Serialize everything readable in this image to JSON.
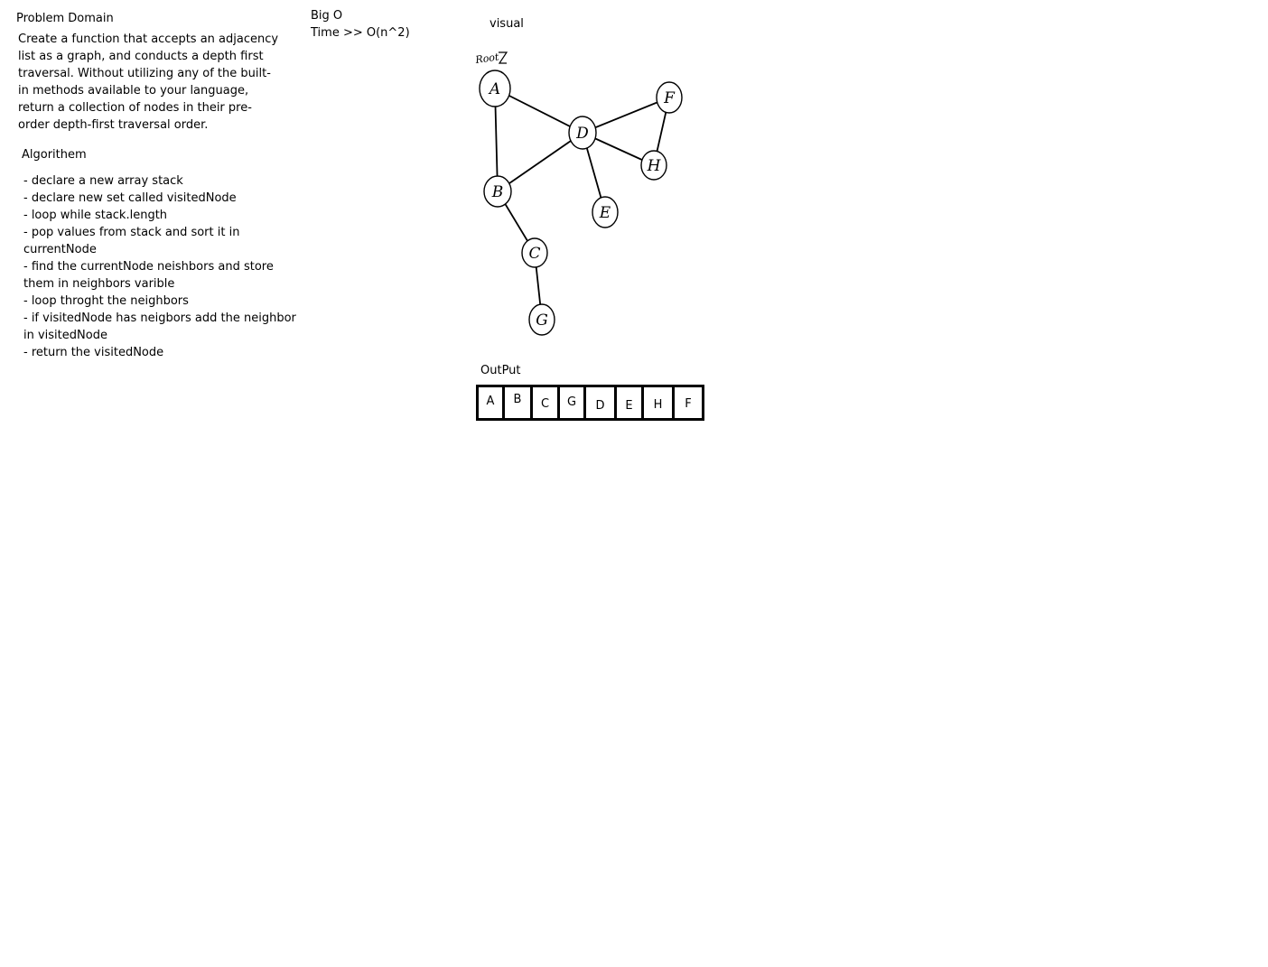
{
  "problem_domain": {
    "heading": "Problem Domain",
    "lines": [
      "Create a function that accepts an adjacency",
      "list as a graph, and conducts a depth first",
      "traversal. Without utilizing any of the built-",
      "in methods available to your language,",
      "return a collection of nodes in their pre-",
      "order depth-first traversal order."
    ]
  },
  "big_o": {
    "heading": "Big O",
    "time": "Time >> O(n^2)"
  },
  "algorithm": {
    "heading": "Algorithem",
    "lines": [
      "- declare a new array stack",
      "- declare new set called visitedNode",
      "- loop while stack.length",
      "- pop values from stack and sort it in",
      "currentNode",
      "- find the currentNode neishbors and store",
      "them in neighbors varible",
      "- loop throght the neighbors",
      "- if visitedNode has neigbors add the neighbor",
      "in visitedNode",
      "- return the visitedNode"
    ]
  },
  "visual": {
    "heading": "visual",
    "root_note": "Root",
    "nodes": [
      "A",
      "B",
      "C",
      "D",
      "E",
      "F",
      "G",
      "H"
    ],
    "edges": [
      [
        "A",
        "B"
      ],
      [
        "A",
        "D"
      ],
      [
        "B",
        "D"
      ],
      [
        "B",
        "C"
      ],
      [
        "C",
        "G"
      ],
      [
        "D",
        "F"
      ],
      [
        "D",
        "H"
      ],
      [
        "D",
        "E"
      ],
      [
        "F",
        "H"
      ]
    ]
  },
  "output": {
    "heading": "OutPut",
    "cells": [
      "A",
      "B",
      "C",
      "G",
      "D",
      "E",
      "H",
      "F"
    ]
  }
}
